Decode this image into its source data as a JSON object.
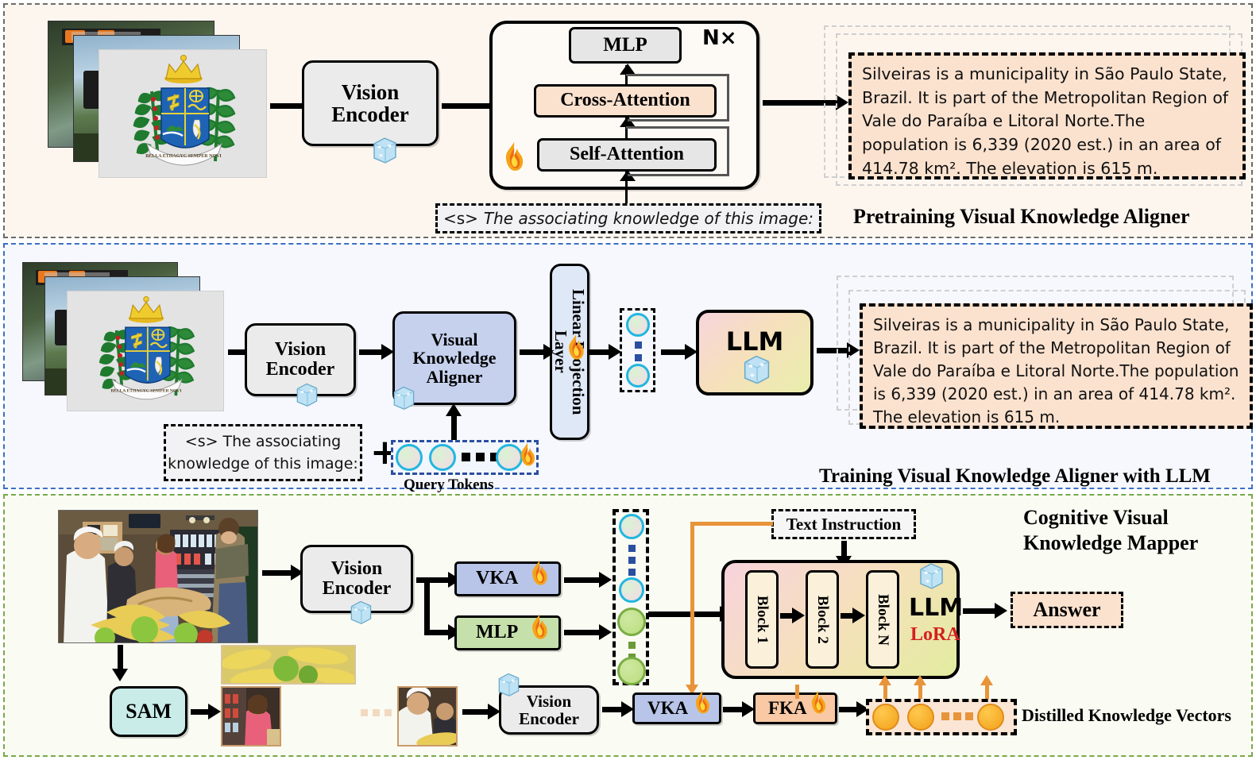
{
  "panels": [
    {
      "id": "pretraining",
      "title": "Pretraining Visual Knowledge Aligner"
    },
    {
      "id": "training",
      "title": "Training Visual Knowledge Aligner with LLM"
    },
    {
      "id": "cognitive",
      "title_line1": "Cognitive Visual",
      "title_line2": "Knowledge Mapper"
    }
  ],
  "panel1": {
    "vision_encoder": {
      "line1": "Vision",
      "line2": "Encoder"
    },
    "mlp": "MLP",
    "cross_attention": "Cross-Attention",
    "self_attention": "Self-Attention",
    "repeat_badge": "N×",
    "prompt_tag": "<s>",
    "prompt_text": "The associating knowledge of this image:",
    "output_text": "Silveiras is a municipality in São Paulo State, Brazil. It is part of the Metropolitan Region of Vale do Paraíba e Litoral Norte.The population is 6,339 (2020 est.) in an area of 414.78 km². The elevation is 615 m."
  },
  "panel2": {
    "vision_encoder": {
      "line1": "Vision",
      "line2": "Encoder"
    },
    "vka": {
      "line1": "Visual",
      "line2": "Knowledge",
      "line3": "Aligner"
    },
    "linear_projection": "Linear Projection Layer",
    "llm": "LLM",
    "prompt_line1": "<s> The associating",
    "prompt_line2": "knowledge of this image:",
    "plus": "+",
    "query_tokens_label": "Query Tokens",
    "output_text": "Silveiras is a municipality in São Paulo State, Brazil. It is part of the Metropolitan Region of Vale do Paraíba e Litoral Norte.The population is 6,339 (2020 est.) in an area of 414.78 km². The elevation is 615 m."
  },
  "panel3": {
    "vision_encoder_top": {
      "line1": "Vision",
      "line2": "Encoder"
    },
    "vision_encoder_bottom": {
      "line1": "Vision",
      "line2": "Encoder"
    },
    "vka_top": "VKA",
    "vka_bottom": "VKA",
    "mlp": "MLP",
    "sam": "SAM",
    "fka": "FKA",
    "text_instruction": "Text Instruction",
    "blocks": [
      "Block 1",
      "Block 2",
      "Block N"
    ],
    "llm": "LLM",
    "lora": "LoRA",
    "answer": "Answer",
    "distilled_label": "Distilled Knowledge Vectors"
  },
  "icons": {
    "ice": "snowflake-frozen-icon",
    "fire": "flame-trainable-icon"
  },
  "colors": {
    "panel1_bg": "#fdf6ef",
    "panel2_bg": "#f6f8fd",
    "panel3_bg": "#fafcf3",
    "panel1_border": "#6b6b6b",
    "panel2_border": "#3b6fc4",
    "panel3_border": "#79a84a",
    "cross_attention": "#fbe2cf",
    "vka_blue": "#b8c5e8",
    "mlp_green": "#c6e0ac",
    "sam_teal": "#c9ece9",
    "fka_peach": "#f8c9a4",
    "llm_gradient_start": "#f6d7dd",
    "llm_gradient_end": "#dde8a8",
    "lora_red": "#d32020",
    "orange_arrow": "#e8943a",
    "answer_bg": "#fbe2cf",
    "token_cyan": "#22b7e0",
    "token_green": "#7aad44",
    "token_orange": "#f2a01b"
  }
}
